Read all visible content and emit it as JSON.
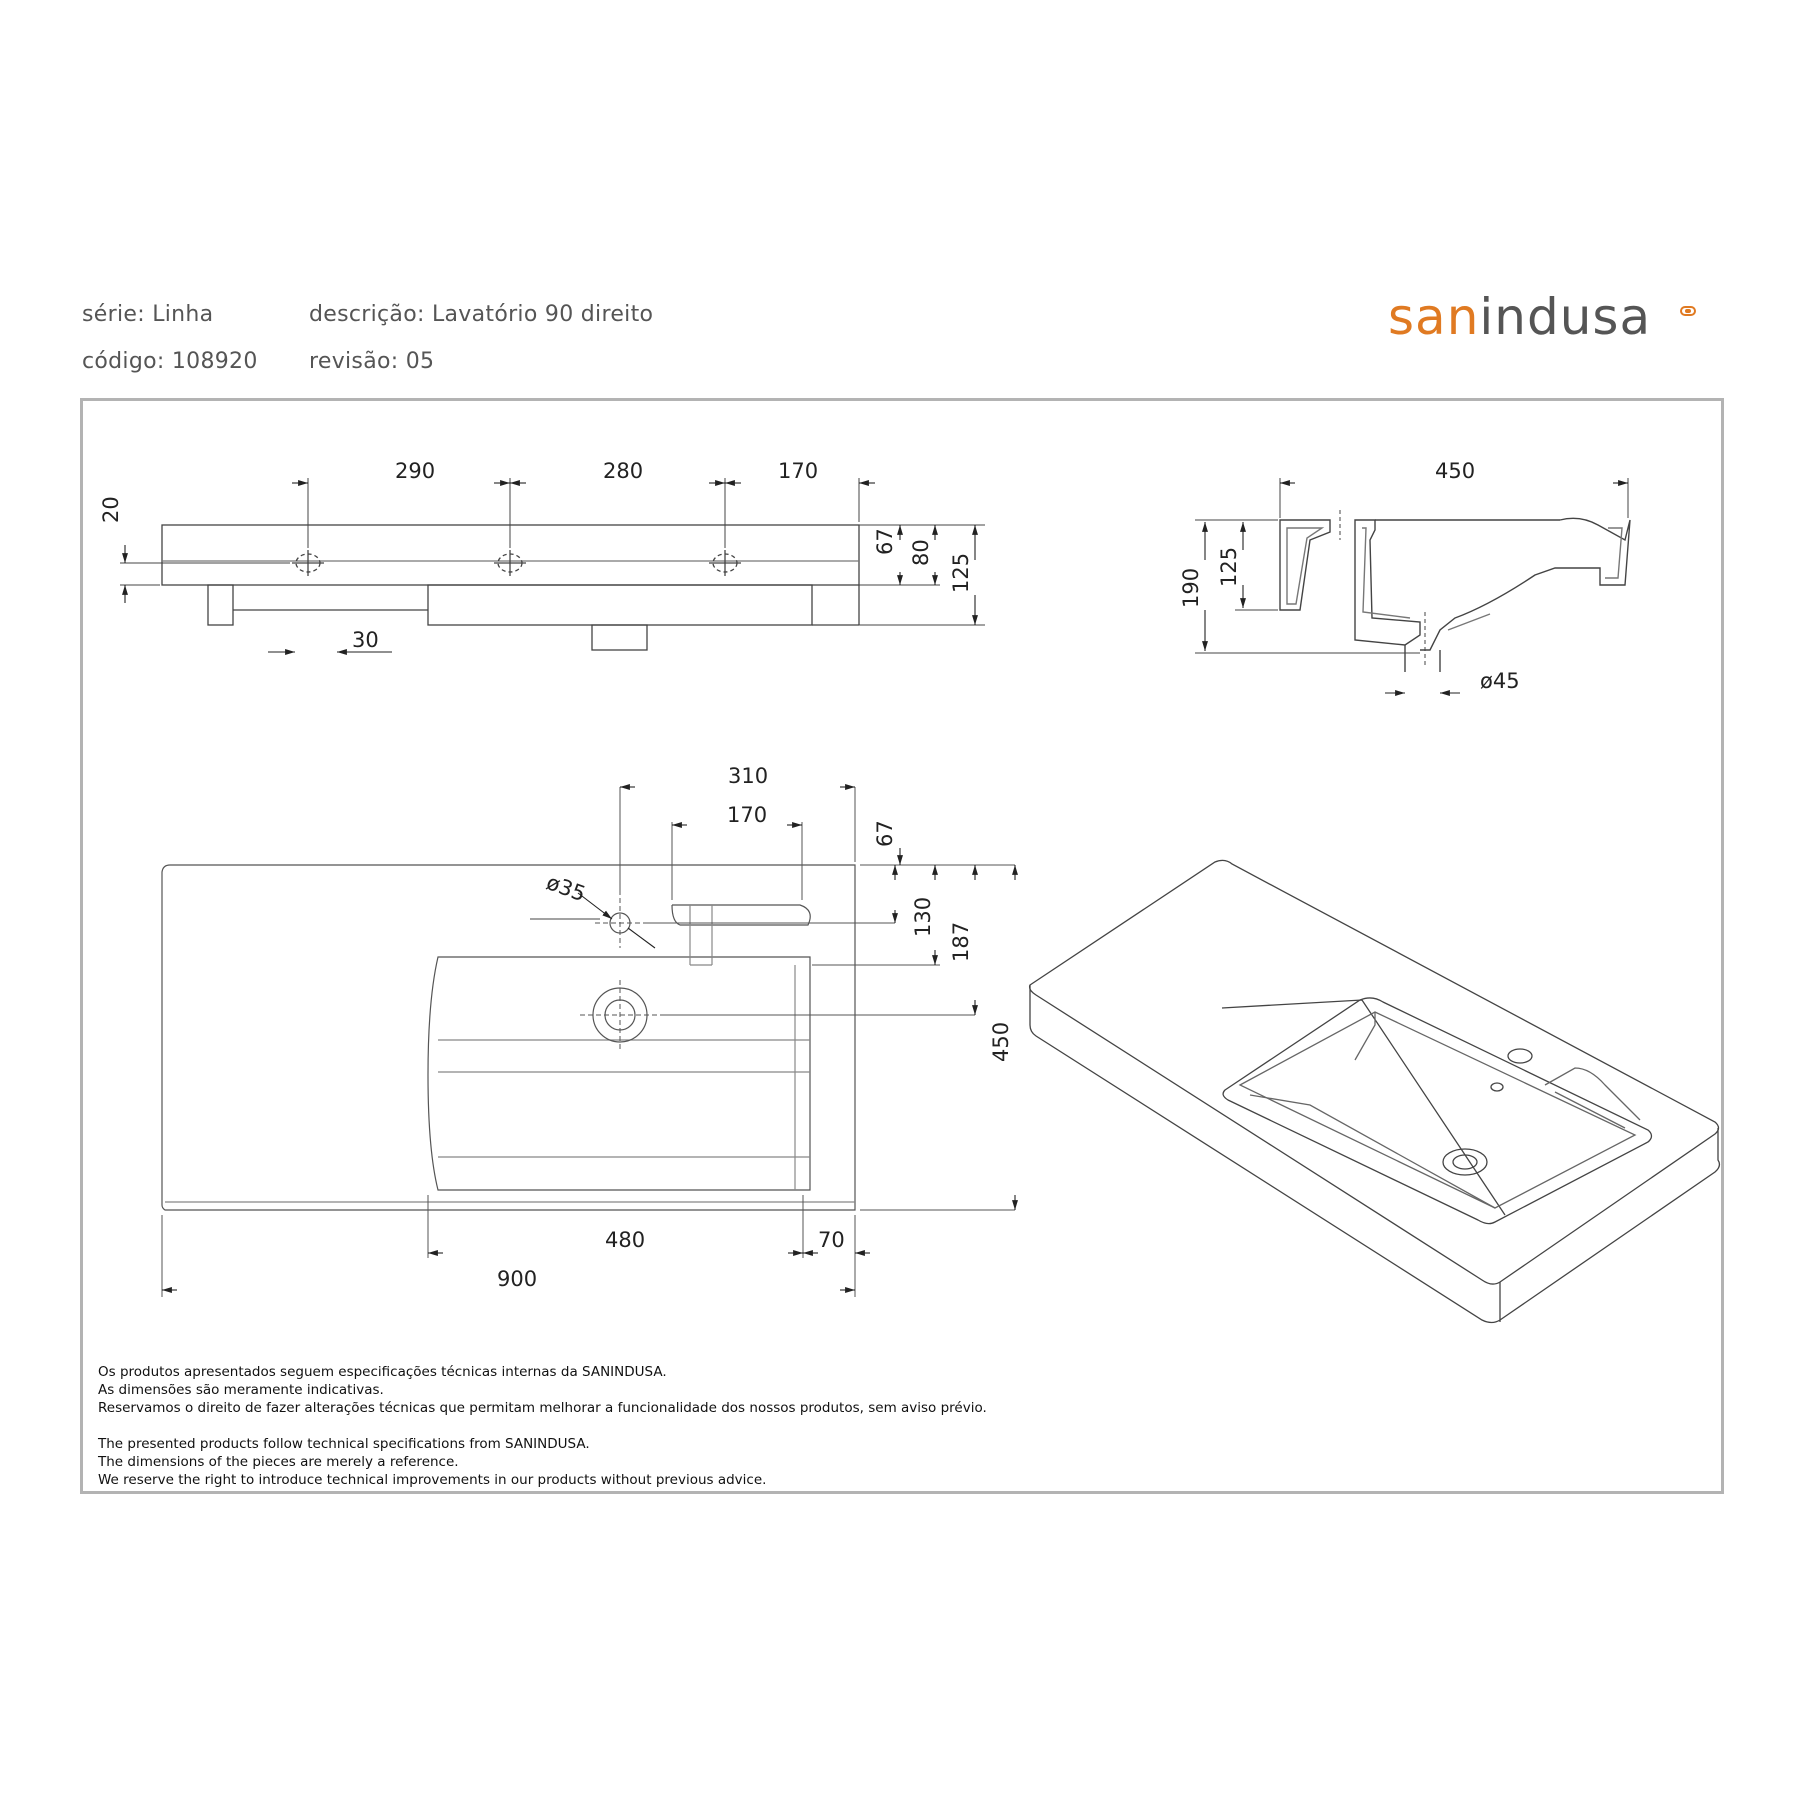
{
  "header": {
    "serie": "série: Linha",
    "descricao": "descrição: Lavatório 90 direito",
    "codigo": "código: 108920",
    "revisao": "revisão: 05"
  },
  "logo": {
    "san": "san",
    "indusa": "indusa",
    "brand_color": "#e07a22",
    "text_color": "#555555"
  },
  "dimensions": {
    "front_290": "290",
    "front_280": "280",
    "front_170": "170",
    "front_20": "20",
    "front_67": "67",
    "front_80": "80",
    "front_125": "125",
    "front_30": "30",
    "side_450": "450",
    "side_190": "190",
    "side_125": "125",
    "side_45": "ø45",
    "top_310": "310",
    "top_170": "170",
    "top_67": "67",
    "top_35": "ø35",
    "top_130": "130",
    "top_187": "187",
    "top_450": "450",
    "top_480": "480",
    "top_70": "70",
    "top_900": "900"
  },
  "notes": {
    "pt": [
      "Os produtos apresentados seguem especificações técnicas internas da SANINDUSA.",
      "As dimensões são meramente indicativas.",
      "Reservamos o direito de fazer alterações técnicas que permitam melhorar a funcionalidade dos nossos produtos, sem aviso prévio."
    ],
    "en": [
      "The presented products follow technical specifications from SANINDUSA.",
      "The dimensions of the pieces are merely a reference.",
      "We reserve the right to introduce technical improvements in our products without previous advice."
    ]
  }
}
